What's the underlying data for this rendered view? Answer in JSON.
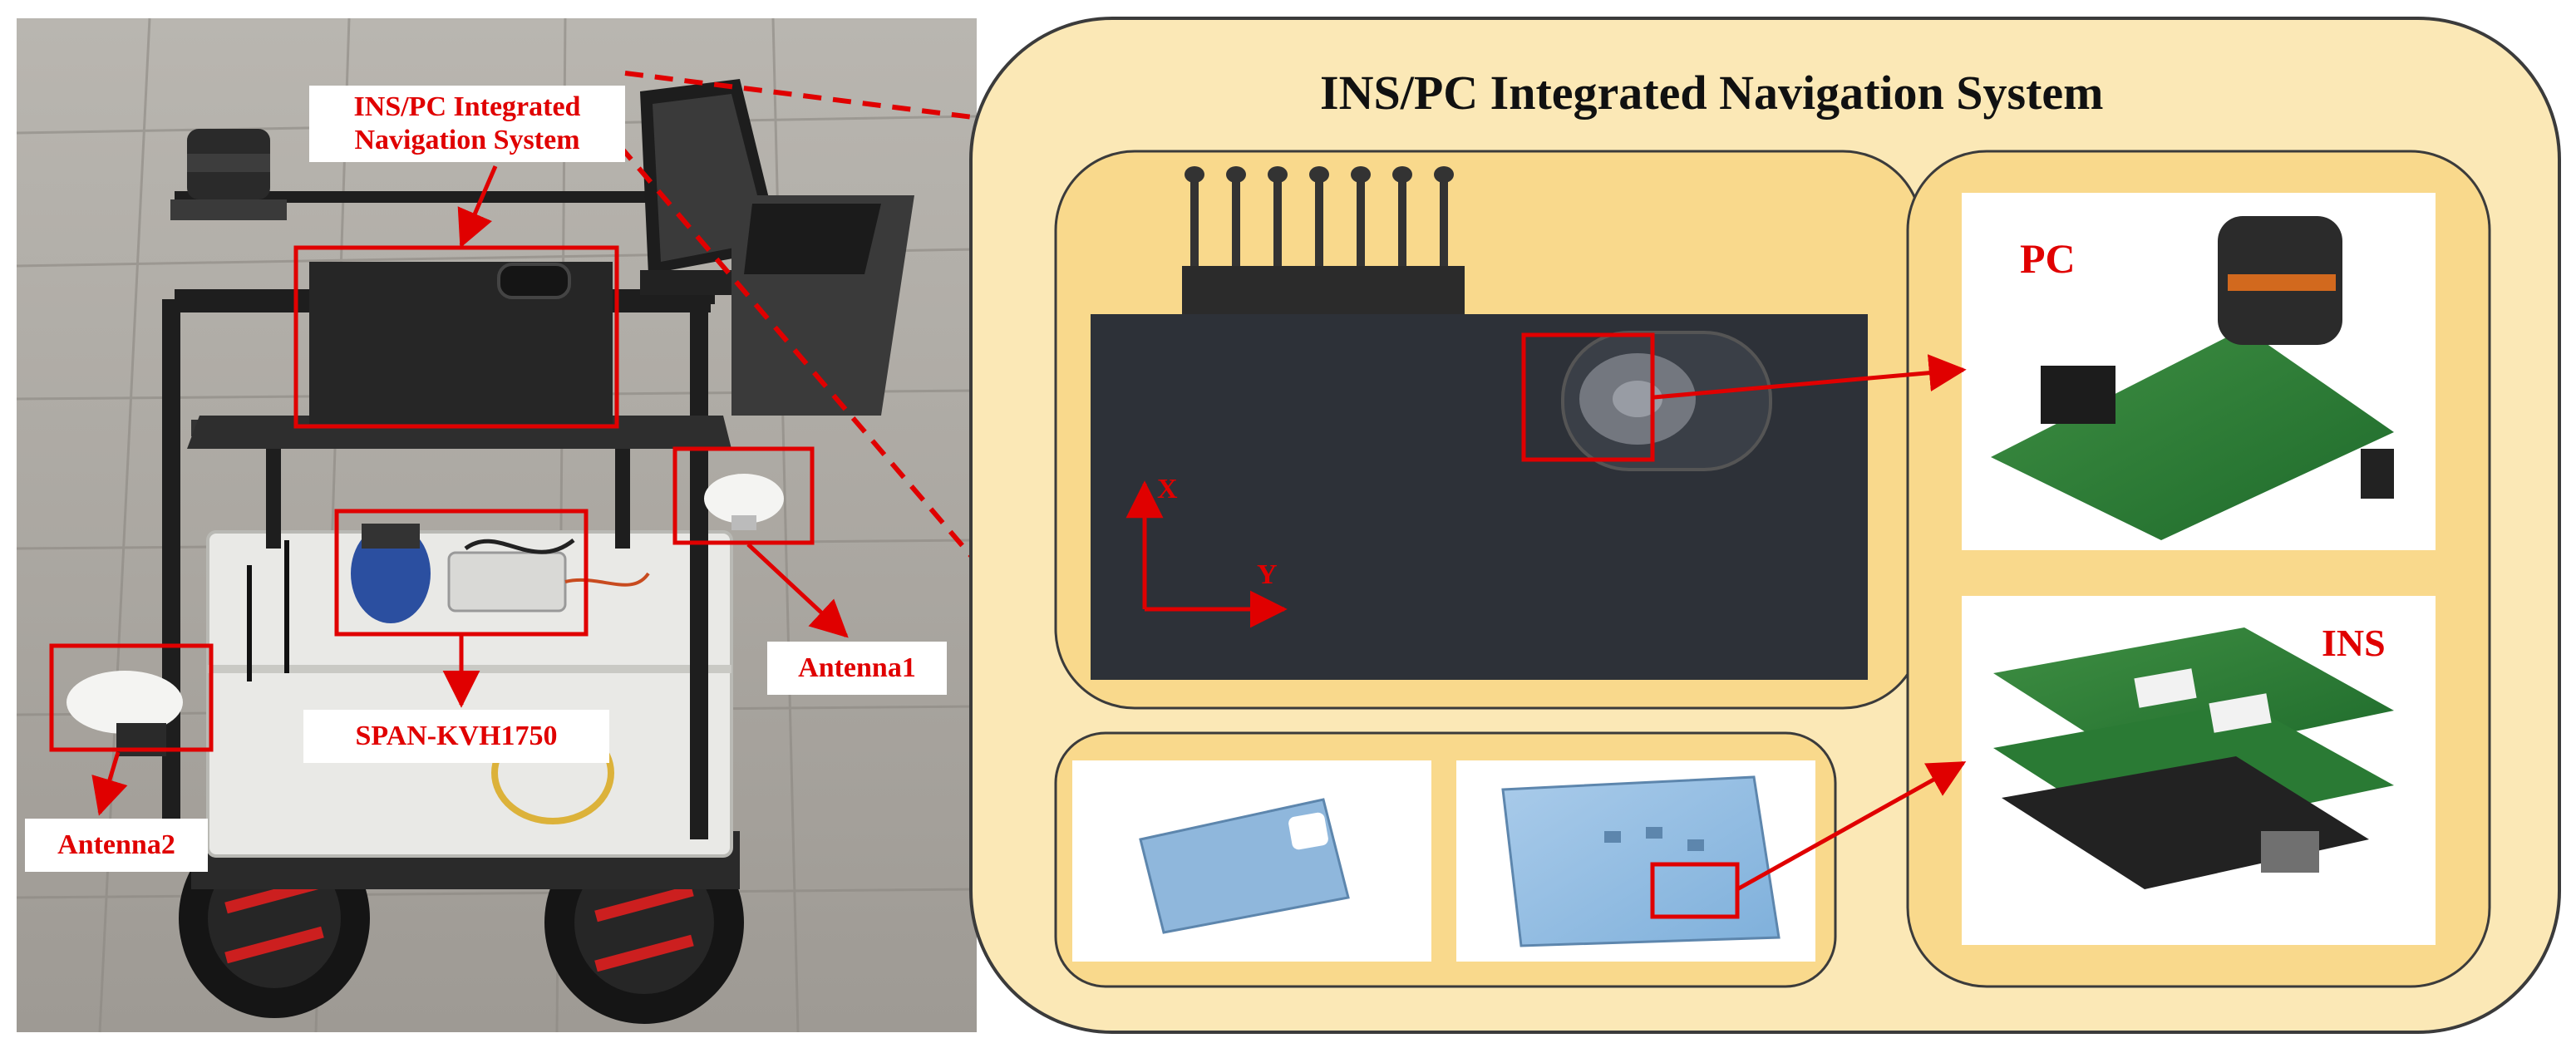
{
  "diagram": {
    "title": "INS/PC Integrated Navigation System",
    "vehicle_labels": {
      "system": "INS/PC Integrated Navigation System",
      "span": "SPAN-KVH1750",
      "antenna1": "Antenna1",
      "antenna2": "Antenna2"
    },
    "board_axes": {
      "x": "X",
      "y": "Y"
    },
    "components": {
      "pc": "PC",
      "ins": "INS"
    }
  }
}
